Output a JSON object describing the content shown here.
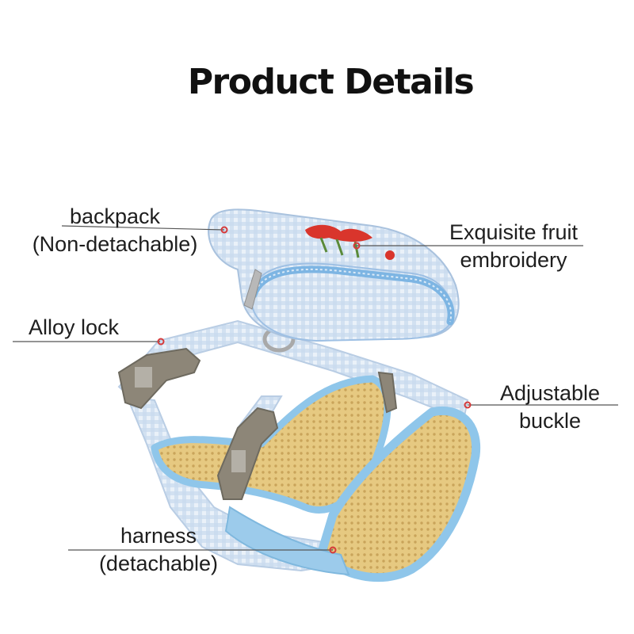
{
  "title": "Product Details",
  "callouts": {
    "backpack": {
      "line1": "backpack",
      "line2": "(Non-detachable)"
    },
    "fruit": {
      "line1": "Exquisite fruit",
      "line2": "embroidery"
    },
    "alloy": {
      "line1": "Alloy lock"
    },
    "buckle": {
      "line1": "Adjustable",
      "line2": "buckle"
    },
    "harness": {
      "line1": "harness",
      "line2": "(detachable)"
    }
  },
  "colors": {
    "leader_line": "#555555",
    "marker": "#d63a3a",
    "mesh": "#e2c27a",
    "trim": "#8fc6ea",
    "gingham": "#c9dbef",
    "buckle": "#8d8678"
  }
}
